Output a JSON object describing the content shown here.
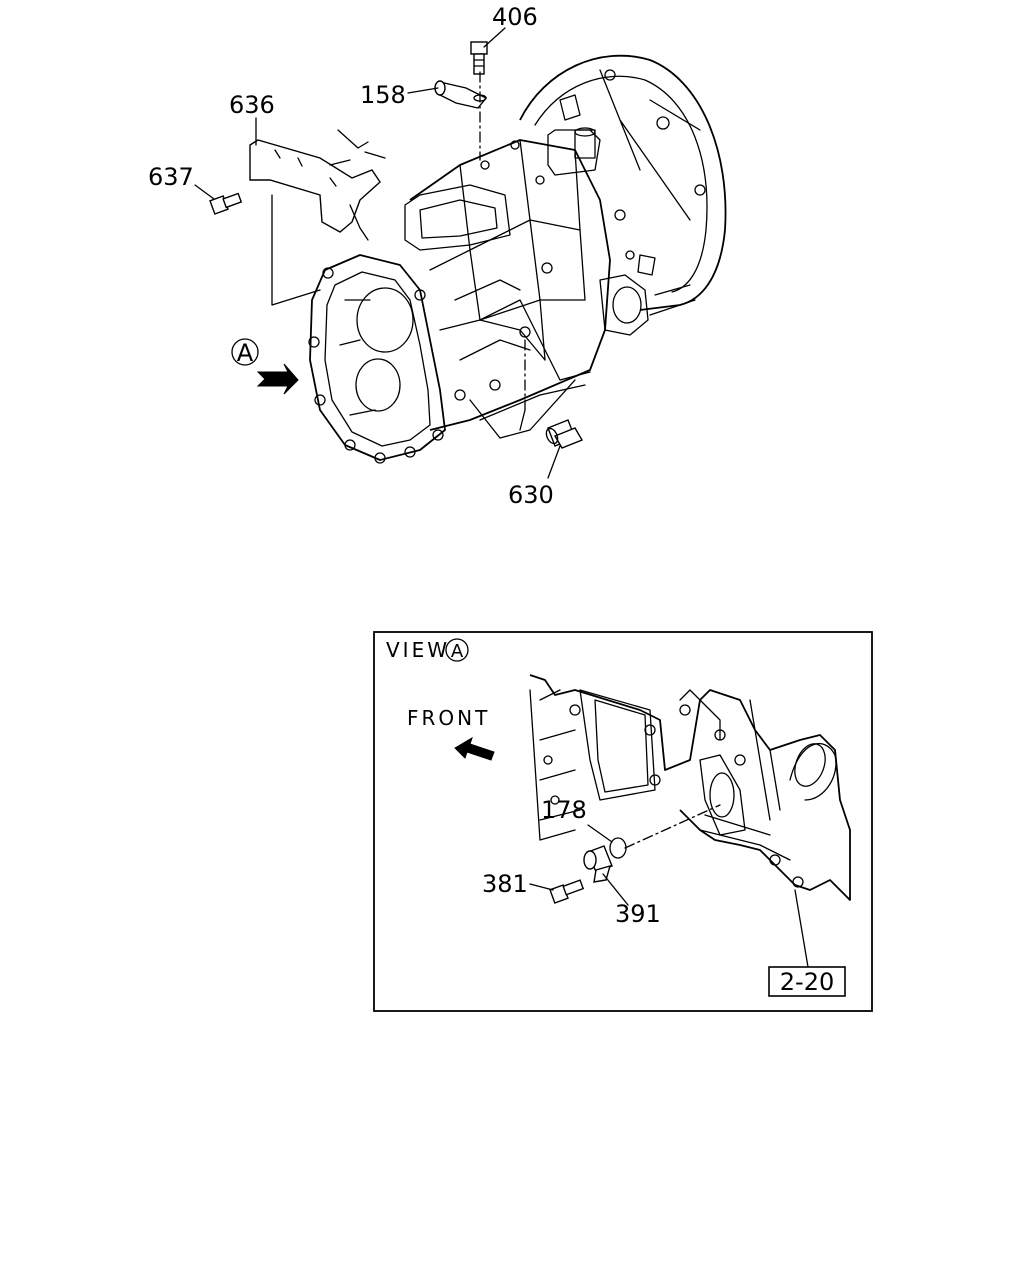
{
  "callouts": {
    "part_406": "406",
    "part_158": "158",
    "part_636": "636",
    "part_637": "637",
    "part_630": "630",
    "view_marker": "A",
    "part_178": "178",
    "part_381": "381",
    "part_391": "391",
    "ref_2_20": "2-20"
  },
  "inset": {
    "title_text": "VIEW",
    "title_marker": "A",
    "direction_label": "FRONT"
  }
}
